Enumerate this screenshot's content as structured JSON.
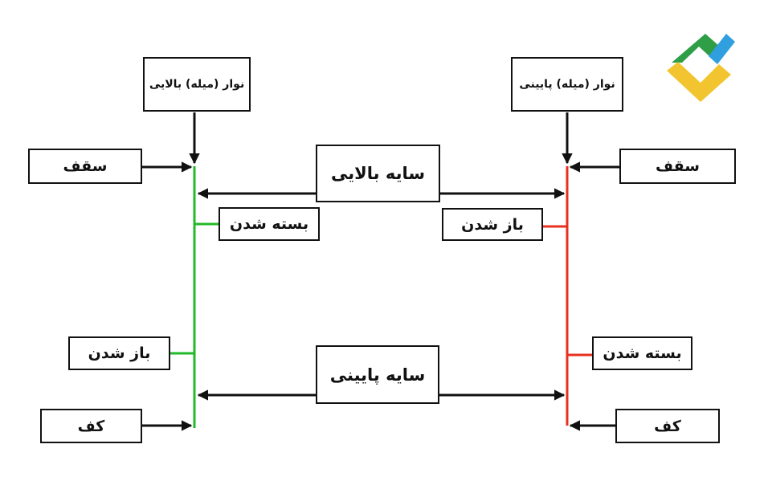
{
  "bullish": {
    "title": "نوار (میله) بالایی",
    "high": "سقف",
    "close": "بسته شدن",
    "open": "باز شدن",
    "low": "کف",
    "color": "#22b82a"
  },
  "bearish": {
    "title": "نوار (میله) پایینی",
    "high": "سقف",
    "open": "باز شدن",
    "close": "بسته شدن",
    "low": "کف",
    "color": "#e8301f"
  },
  "shadows": {
    "upper": "سایه بالایی",
    "lower": "سایه پایینی"
  },
  "logo": {
    "colors": {
      "green": "#2e9e47",
      "yellow": "#f2c530",
      "blue": "#2f9fe0"
    }
  }
}
